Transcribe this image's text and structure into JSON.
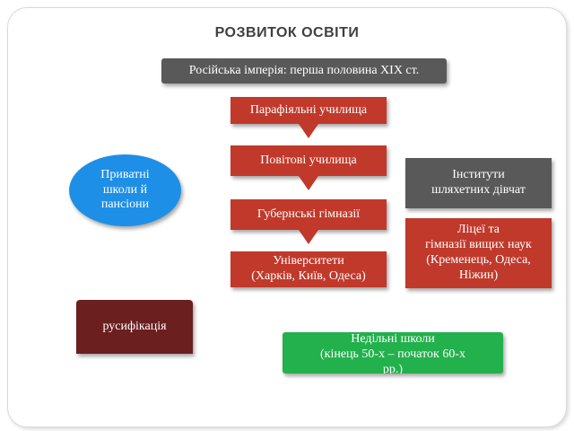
{
  "title": "РОЗВИТОК ОСВІТИ",
  "empire": "Російська імперія: перша половина XIX ст.",
  "chain": {
    "parish": "Парафіяльні училища",
    "district": "Повітові училища",
    "gymnasium": "Губернські гімназії",
    "university_line1": "Університети",
    "university_line2": "(Харків, Київ, Одеса)"
  },
  "institutes": {
    "line1": "Інститути",
    "line2": "шляхетних дівчат"
  },
  "lyceums": {
    "line1": "Ліцеї та",
    "line2": "гімназії вищих наук",
    "line3": "(Кременець, Одеса,",
    "line4": "Ніжин)"
  },
  "private": {
    "line1": "Приватні",
    "line2": "школи й",
    "line3": "пансіони"
  },
  "russification": "русифікація",
  "sunday": {
    "line1": "Недільні школи",
    "line2": "(кінець 50-х – початок 60-х",
    "line3": "рр.)"
  },
  "colors": {
    "gray": "#595959",
    "red": "#c0392b",
    "green": "#22b14c",
    "blue": "#1e8fe6",
    "darkred": "#6b1f1f"
  }
}
